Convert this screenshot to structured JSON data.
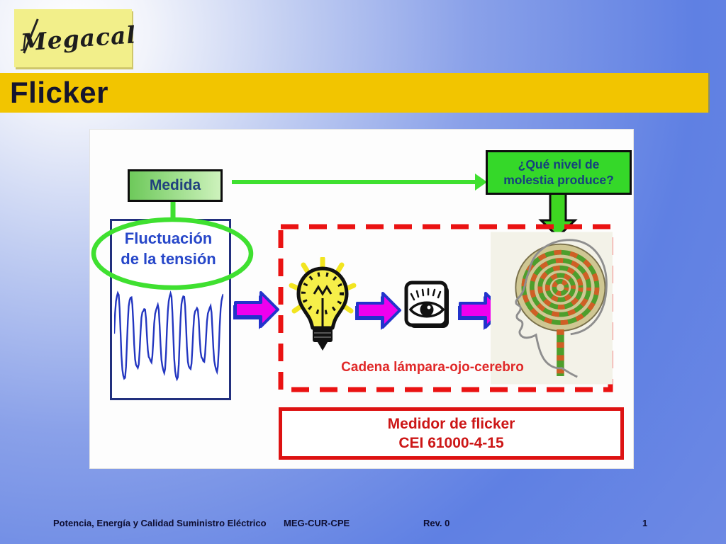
{
  "logo": {
    "text": "Megacal"
  },
  "title": {
    "text": "Flicker"
  },
  "diagram": {
    "medida_label": "Medida",
    "question": {
      "line1": "¿Qué nivel de",
      "line2": "molestia produce?"
    },
    "fluctuation": {
      "line1": "Fluctuación",
      "line2": "de la tensión"
    },
    "chain_caption": "Cadena lámpara-ojo-cerebro",
    "meter": {
      "line1": "Medidor de flicker",
      "line2": "CEI 61000-4-15"
    }
  },
  "footer": {
    "left": "Potencia, Energía y Calidad Suministro Eléctrico",
    "code": "MEG-CUR-CPE",
    "rev": "Rev. 0",
    "page": "1"
  },
  "colors": {
    "title_bar_yellow": "#F2C500",
    "logo_yellow": "#F2EF8A",
    "bright_green_box": "#35D829",
    "green_line": "#3FE030",
    "navy_text": "#21407E",
    "blue_wave": "#2336C0",
    "magenta_arrow": "#EE00EE",
    "arrow_outline_blue": "#2233CC",
    "red_dashed": "#EA1212",
    "red_text": "#CC1616"
  },
  "icons": {
    "light_bulb": "cartoon bulb with rays",
    "eye": "eye in framed square",
    "brain_head": "profile head with spiral brain",
    "block_arrow_right": "magenta block arrow",
    "block_arrow_down": "green block arrow"
  }
}
